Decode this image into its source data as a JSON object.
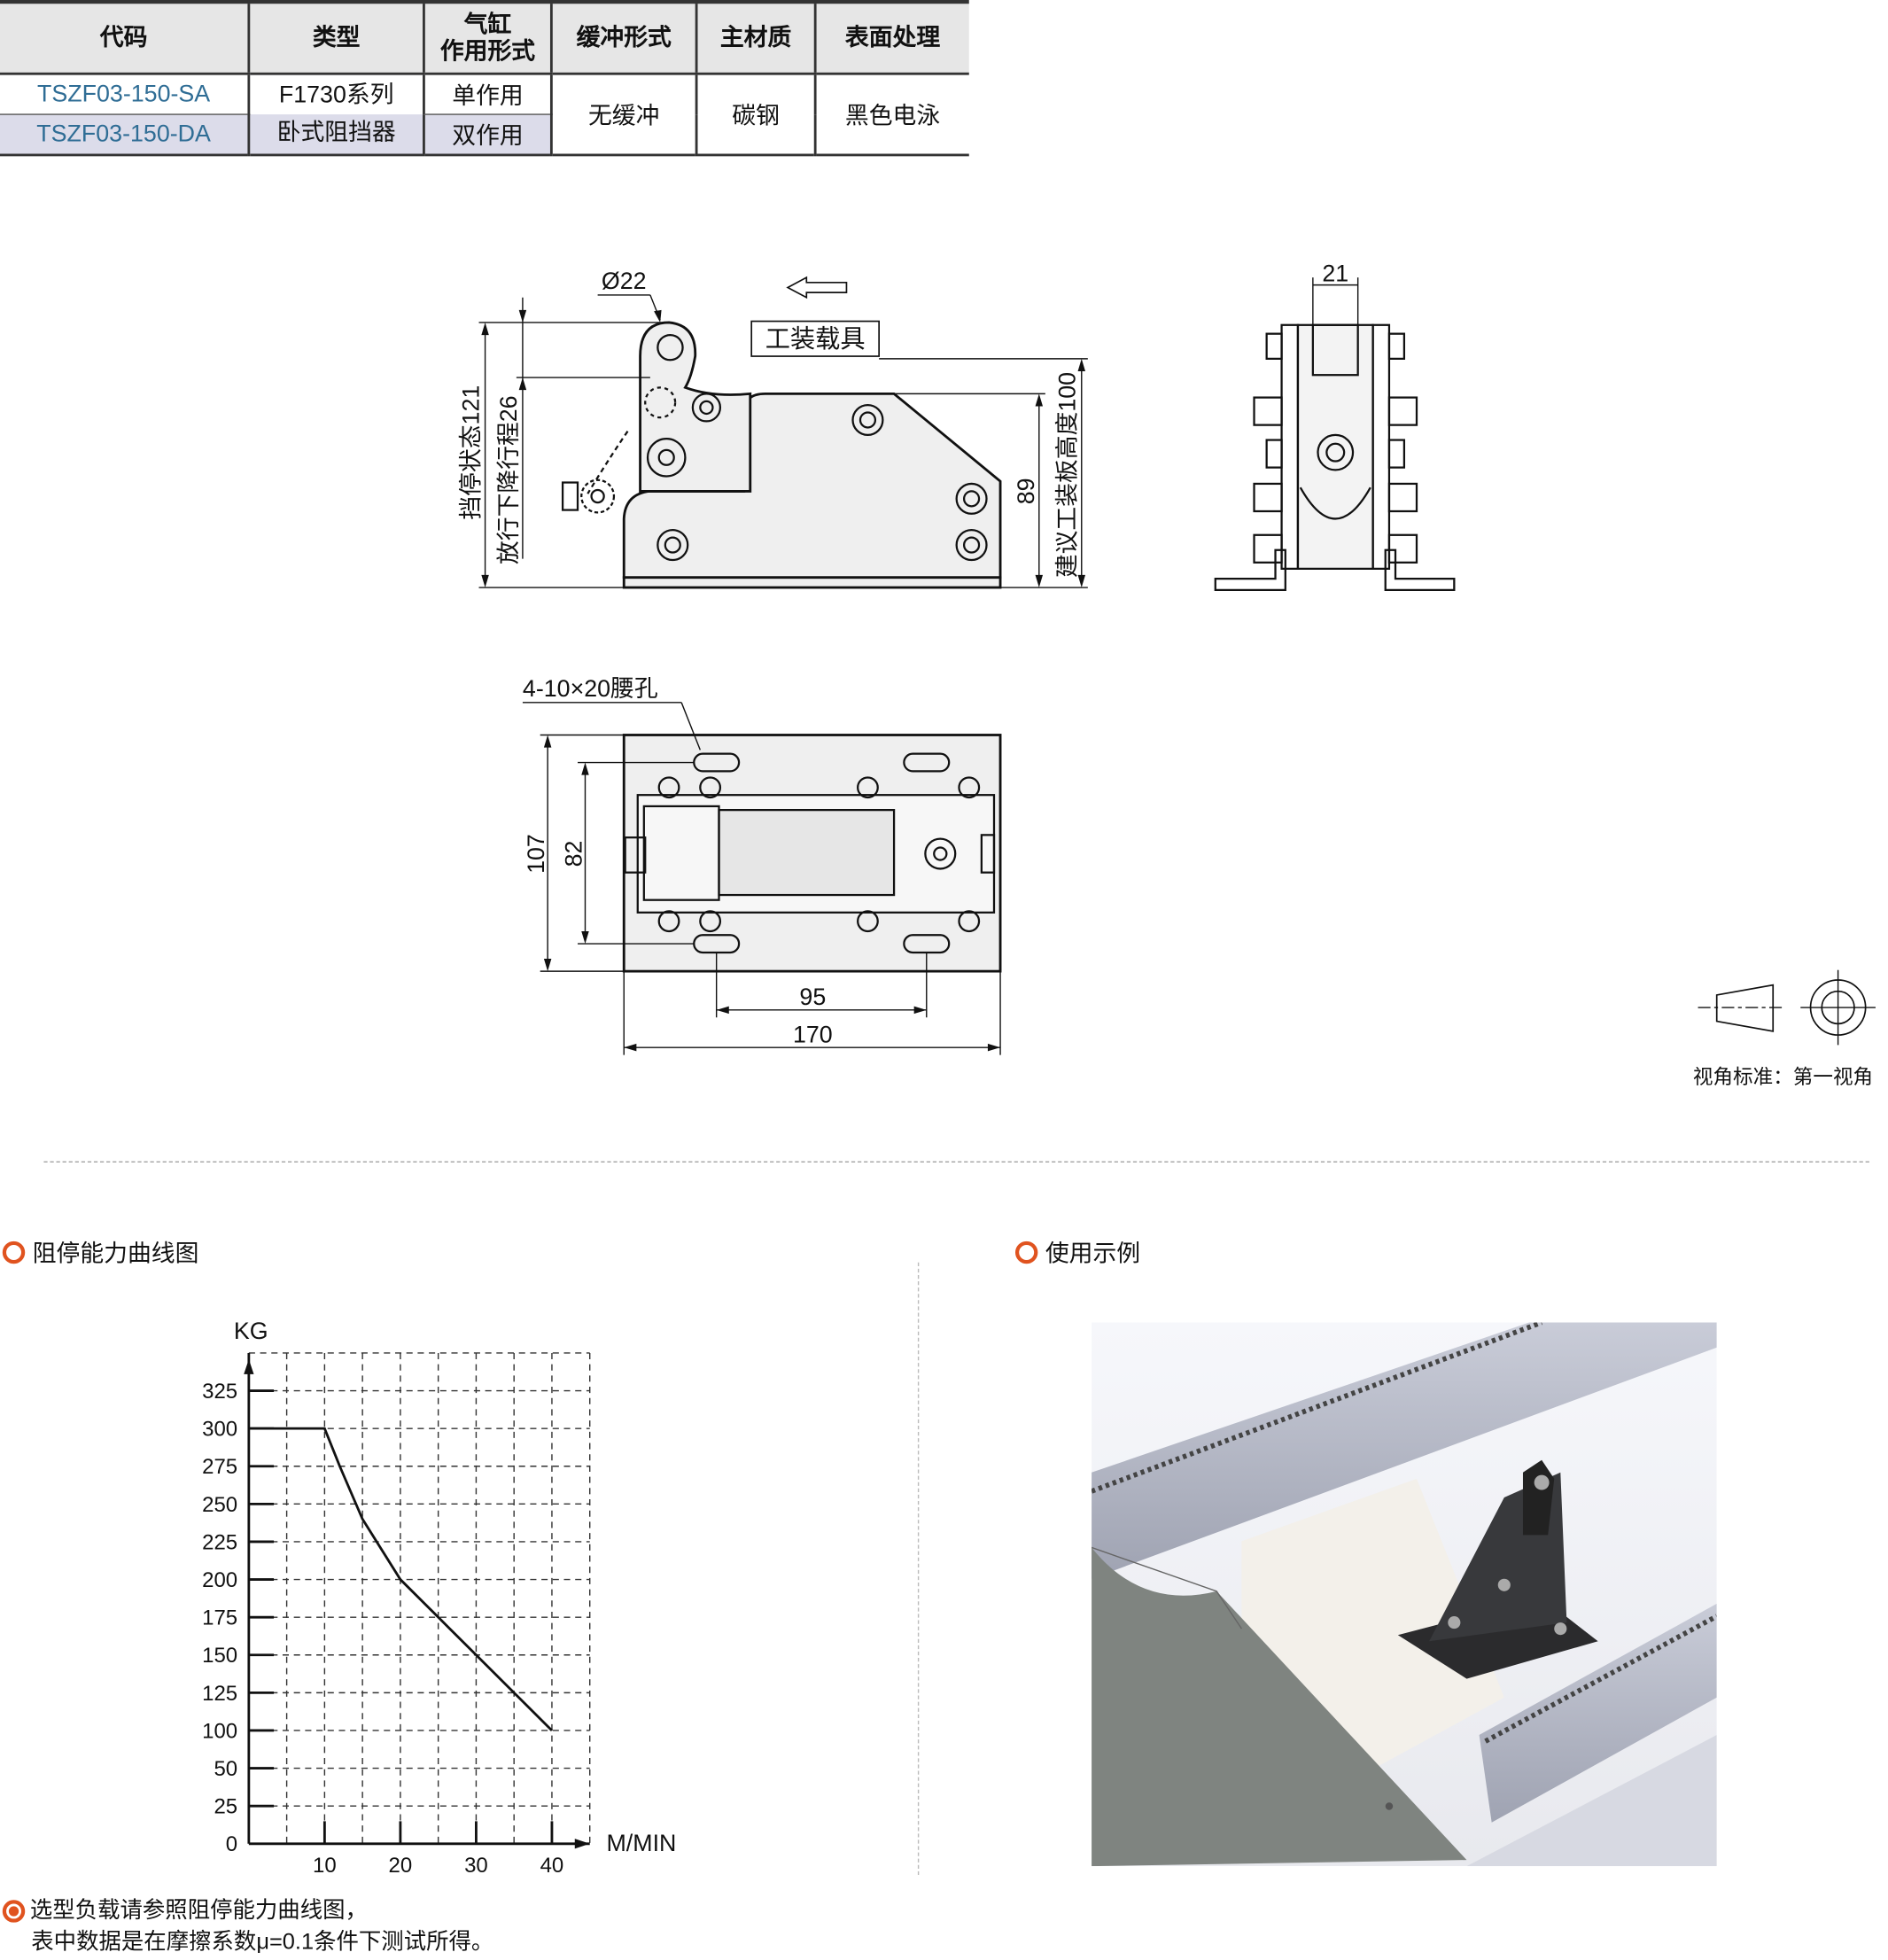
{
  "table": {
    "headers": [
      "代码",
      "类型",
      "气缸",
      "作用形式",
      "缓冲形式",
      "主材质",
      "表面处理"
    ],
    "rows": [
      {
        "code": "TSZF03-150-SA",
        "action": "单作用"
      },
      {
        "code": "TSZF03-150-DA",
        "action": "双作用"
      }
    ],
    "type_line1": "F1730系列",
    "type_line2": "卧式阻挡器",
    "buffer": "无缓冲",
    "material": "碳钢",
    "surface": "黑色电泳",
    "code_color": "#2f6d95"
  },
  "drawing": {
    "diameter_label": "Ø22",
    "fixture_label": "工装载具",
    "stop_height_label": "挡停状态121",
    "release_stroke_label": "放行下降行程26",
    "plate_height_label": "建议工装板高度100",
    "dim_89": "89",
    "dim_21": "21",
    "slot_label": "4-10×20腰孔",
    "dim_107": "107",
    "dim_82": "82",
    "dim_95": "95",
    "dim_170": "170",
    "view_standard": "视角标准：第一视角"
  },
  "sections": {
    "chart_title": "阻停能力曲线图",
    "example_title": "使用示例"
  },
  "notes": {
    "line1": "选型负载请参照阻停能力曲线图，",
    "line2": "表中数据是在摩擦系数μ=0.1条件下测试所得。"
  },
  "accent_color": "#e0531f",
  "chart_data": {
    "type": "line",
    "title": "阻停能力曲线图",
    "xlabel": "M/MIN",
    "ylabel": "KG",
    "x_ticks": [
      10,
      20,
      30,
      40
    ],
    "y_ticks": [
      0,
      25,
      50,
      100,
      125,
      150,
      175,
      200,
      225,
      250,
      275,
      300,
      325
    ],
    "xlim": [
      0,
      45
    ],
    "grid": true,
    "series": [
      {
        "name": "阻停能力",
        "x": [
          0,
          10,
          12,
          15,
          17.5,
          20,
          25,
          30,
          35,
          40
        ],
        "y": [
          300,
          300,
          275,
          240,
          220,
          200,
          175,
          150,
          125,
          100
        ]
      }
    ]
  }
}
